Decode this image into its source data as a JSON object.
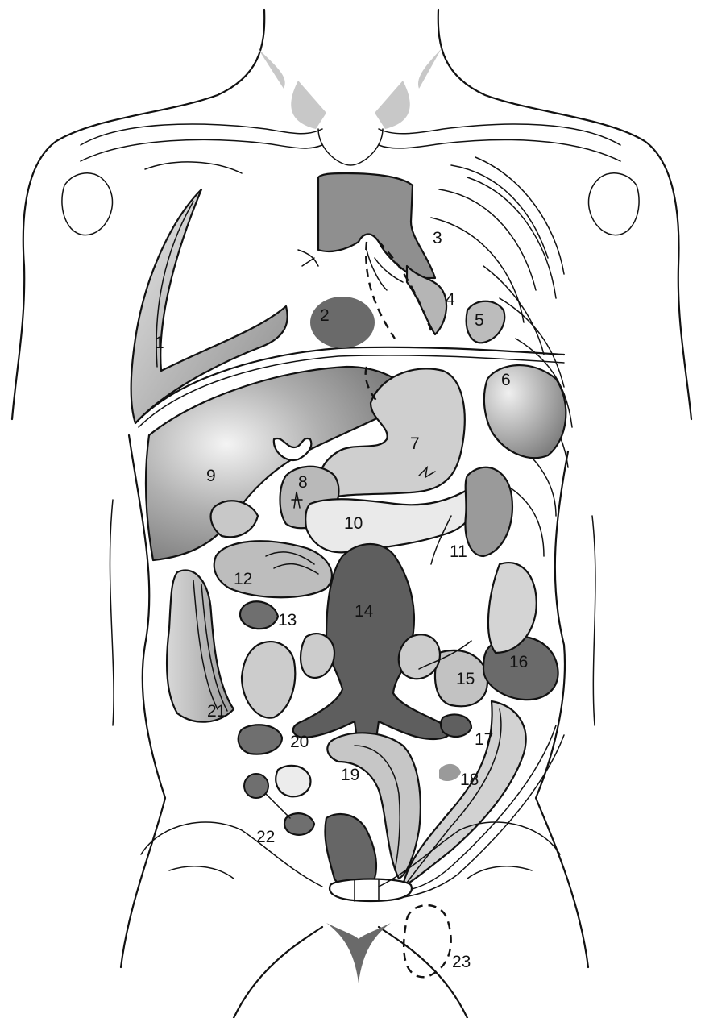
{
  "figure": {
    "labels": [
      "1",
      "2",
      "3",
      "4",
      "5",
      "6",
      "7",
      "8",
      "9",
      "10",
      "11",
      "12",
      "13",
      "14",
      "15",
      "16",
      "17",
      "18",
      "19",
      "20",
      "21",
      "22",
      "23"
    ]
  },
  "colors": {
    "dark": "#5e5e5e",
    "mid": "#8f8f8f",
    "light": "#c4c4c4",
    "pale": "#e0e0e0",
    "line": "#111111"
  }
}
